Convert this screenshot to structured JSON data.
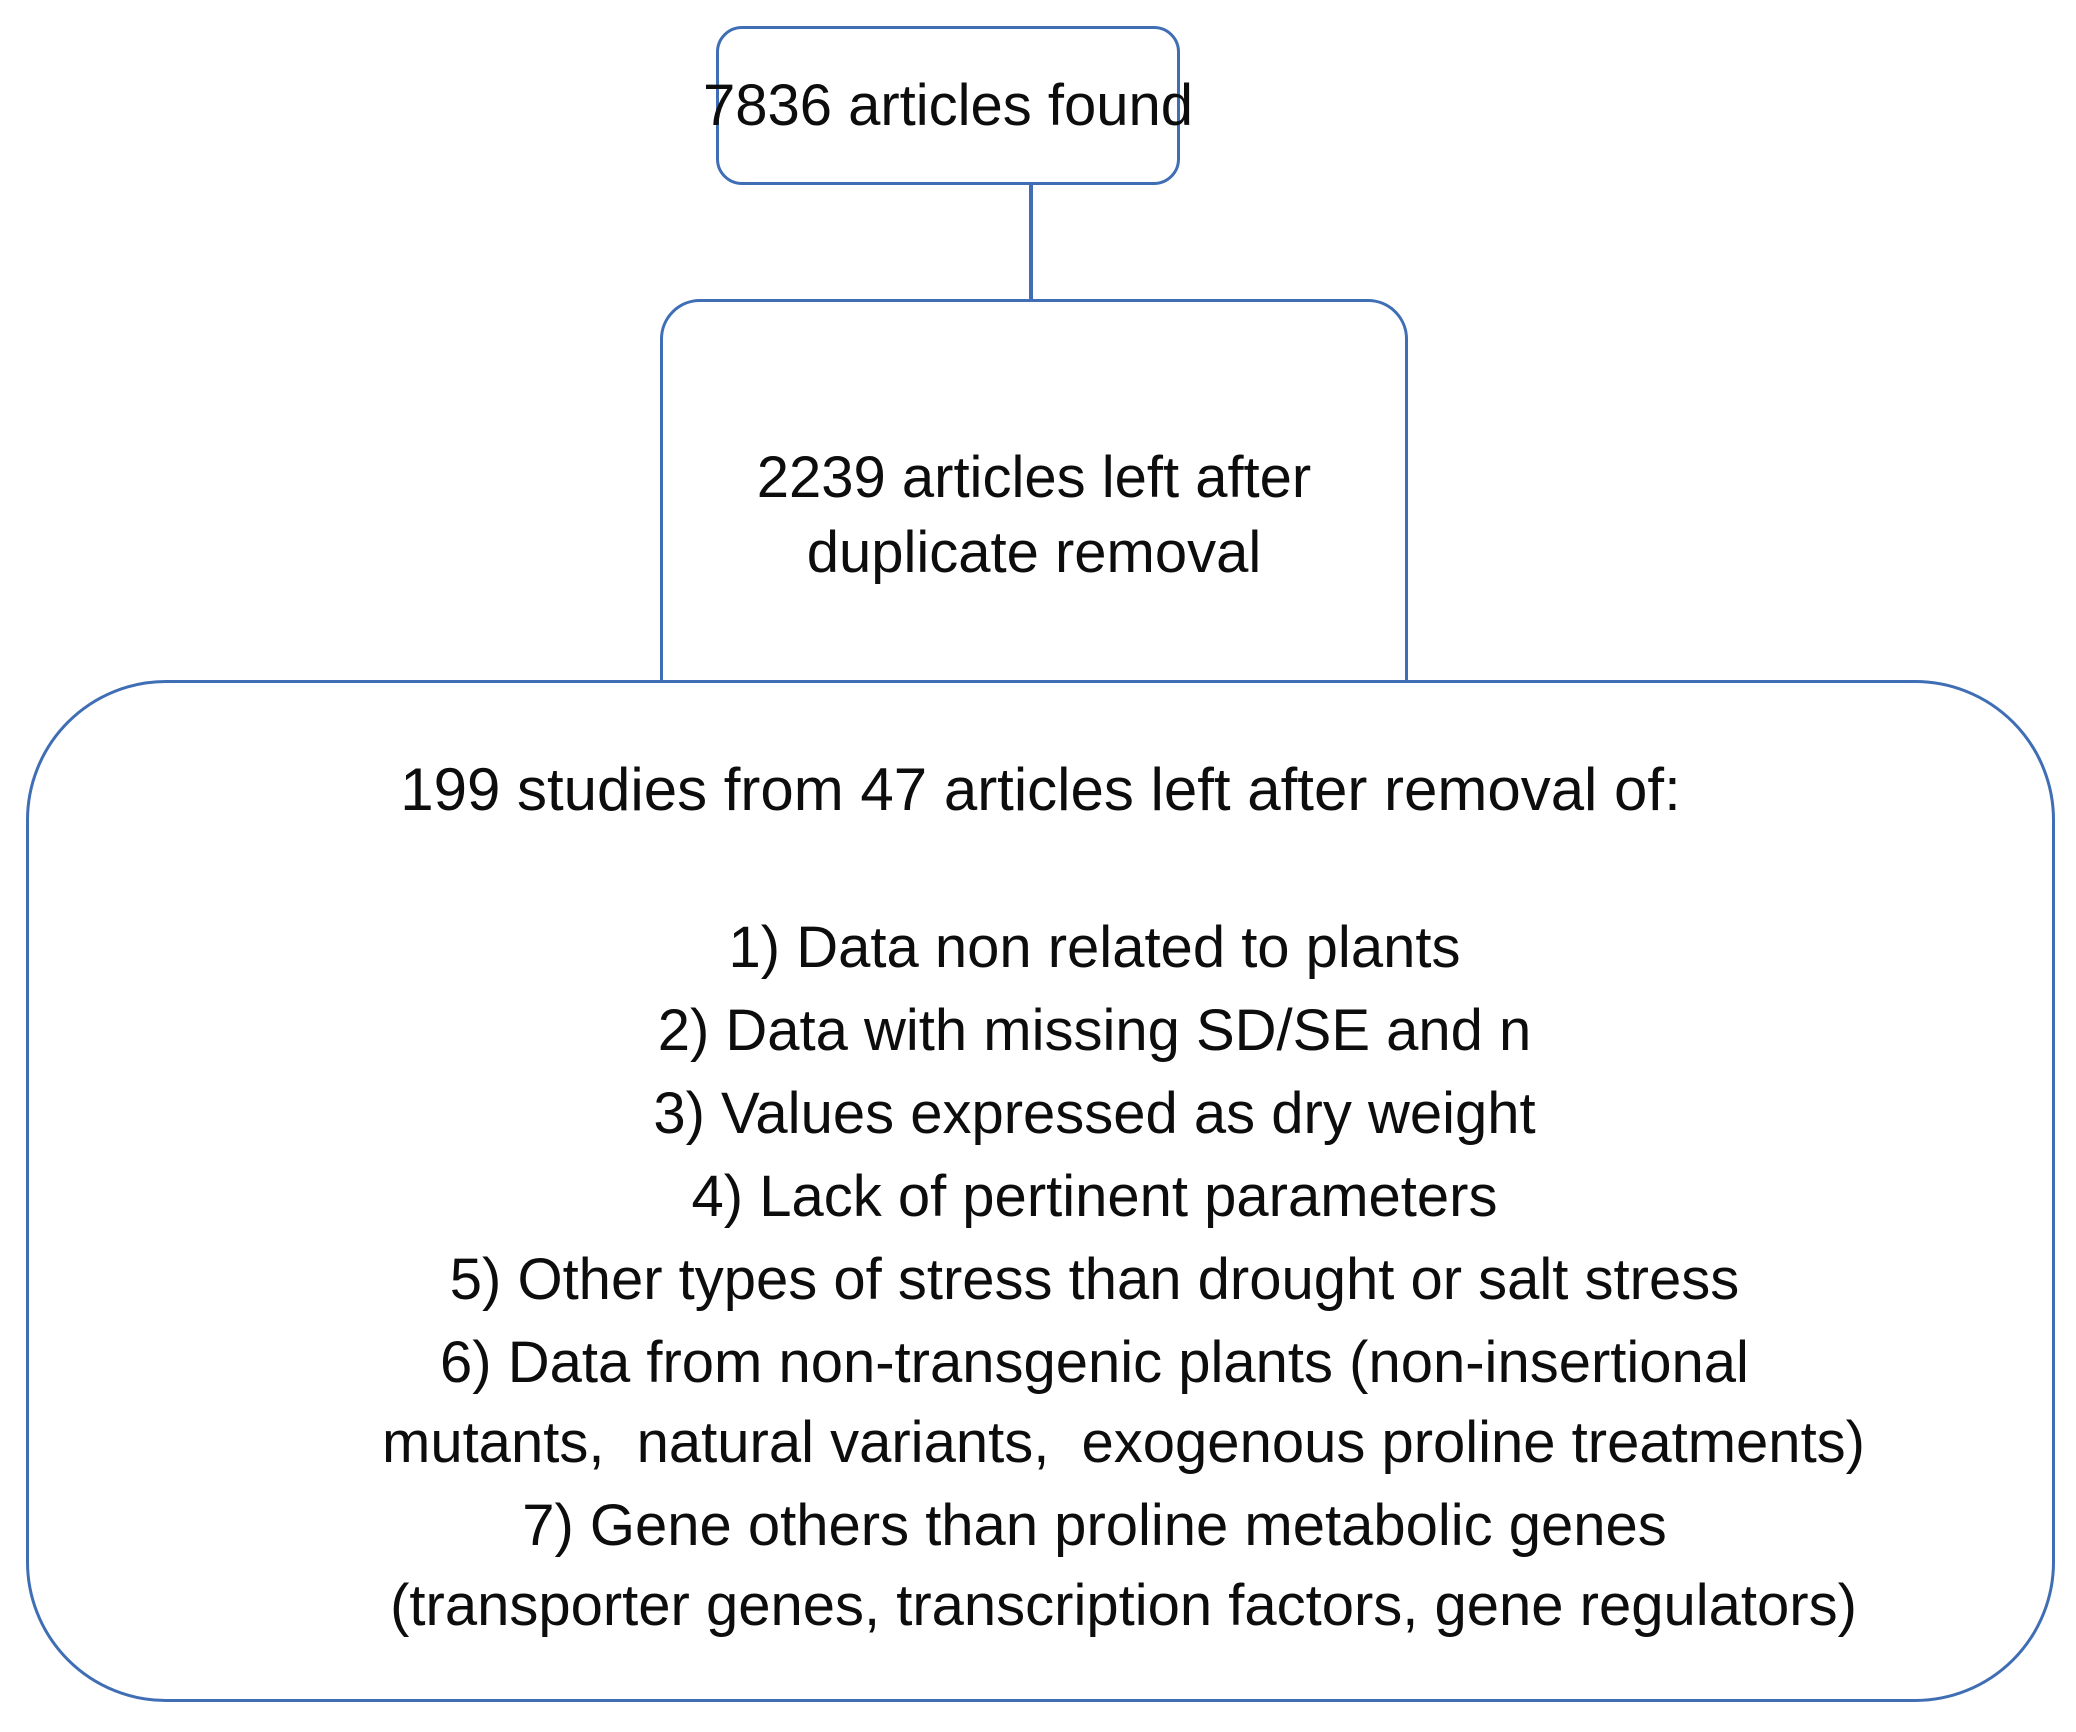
{
  "theme": {
    "stroke_color": "#3f6eb5",
    "text_color": "#0d0d0d",
    "background_color": "#ffffff"
  },
  "diagram": {
    "type": "prisma-flowchart",
    "nodes": {
      "found": {
        "label": "7836 articles found",
        "count": 7836
      },
      "dedup": {
        "label": "2239 articles left after duplicate removal",
        "count": 2239
      },
      "criteria": {
        "heading": "199 studies from 47 articles left after removal of:",
        "studies_count": 199,
        "articles_count": 47,
        "items": [
          {
            "num": "1)",
            "text": "Data non related to plants",
            "cont": ""
          },
          {
            "num": "2)",
            "text": "Data with missing SD/SE and n",
            "cont": ""
          },
          {
            "num": "3)",
            "text": "Values expressed as dry weight",
            "cont": ""
          },
          {
            "num": "4)",
            "text": "Lack of pertinent parameters",
            "cont": ""
          },
          {
            "num": "5)",
            "text": "Other types of stress than drought or salt stress",
            "cont": ""
          },
          {
            "num": "6)",
            "text": "Data from non-transgenic plants (non-insertional",
            "cont": "mutants,  natural variants,  exogenous proline treatments)"
          },
          {
            "num": "7)",
            "text": "Gene others than proline metabolic genes",
            "cont": "(transporter genes, transcription factors, gene regulators)"
          }
        ]
      }
    },
    "connectors": [
      {
        "from": "found",
        "to": "dedup"
      },
      {
        "from": "dedup",
        "to": "criteria"
      }
    ]
  }
}
